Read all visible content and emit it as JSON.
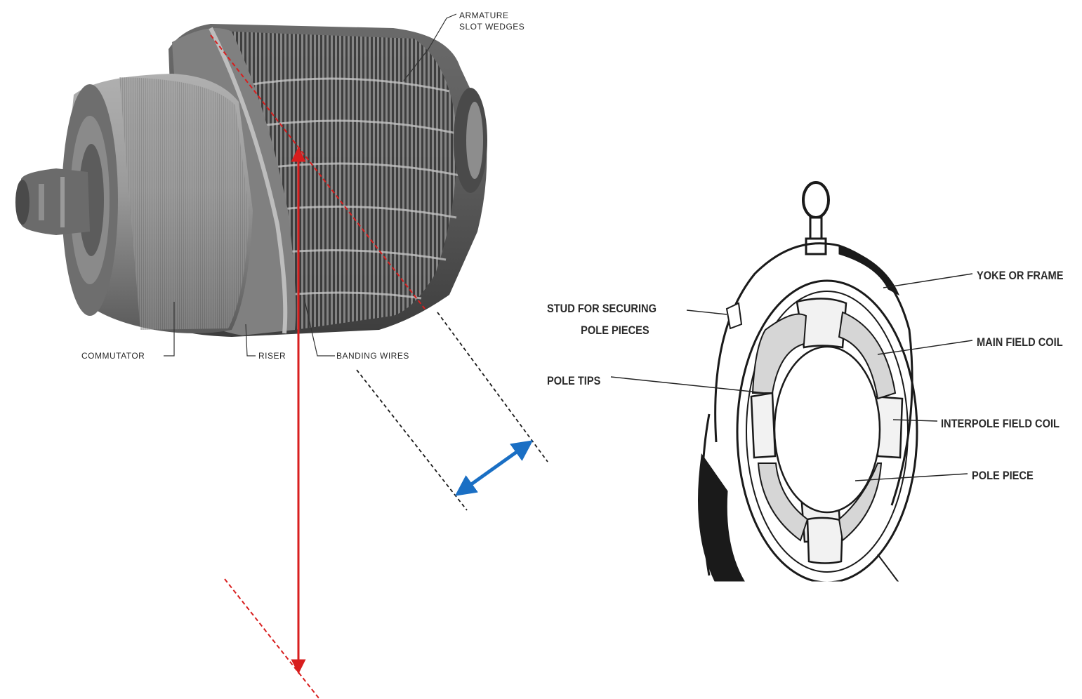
{
  "armature": {
    "label_armature_slot_wedges": [
      "ARMATURE",
      "SLOT WEDGES"
    ],
    "label_commutator": "COMMUTATOR",
    "label_riser": "RISER",
    "label_banding_wires": "BANDING WIRES"
  },
  "frame": {
    "label_stud": [
      "STUD FOR SECURING",
      "POLE PIECES"
    ],
    "label_pole_tips": "POLE TIPS",
    "label_yoke": "YOKE OR FRAME",
    "label_main_field_coil": "MAIN FIELD COIL",
    "label_interpole_field_coil": "INTERPOLE FIELD COIL",
    "label_pole_piece": "POLE PIECE"
  },
  "colors": {
    "annotation_red": "#d81e1e",
    "annotation_blue": "#1a6fc4",
    "drawing_dark": "#1a1a1a"
  },
  "icons": {
    "measurement_arrow": "double-headed-arrow",
    "vertical_arrow": "vertical-double-arrow"
  }
}
